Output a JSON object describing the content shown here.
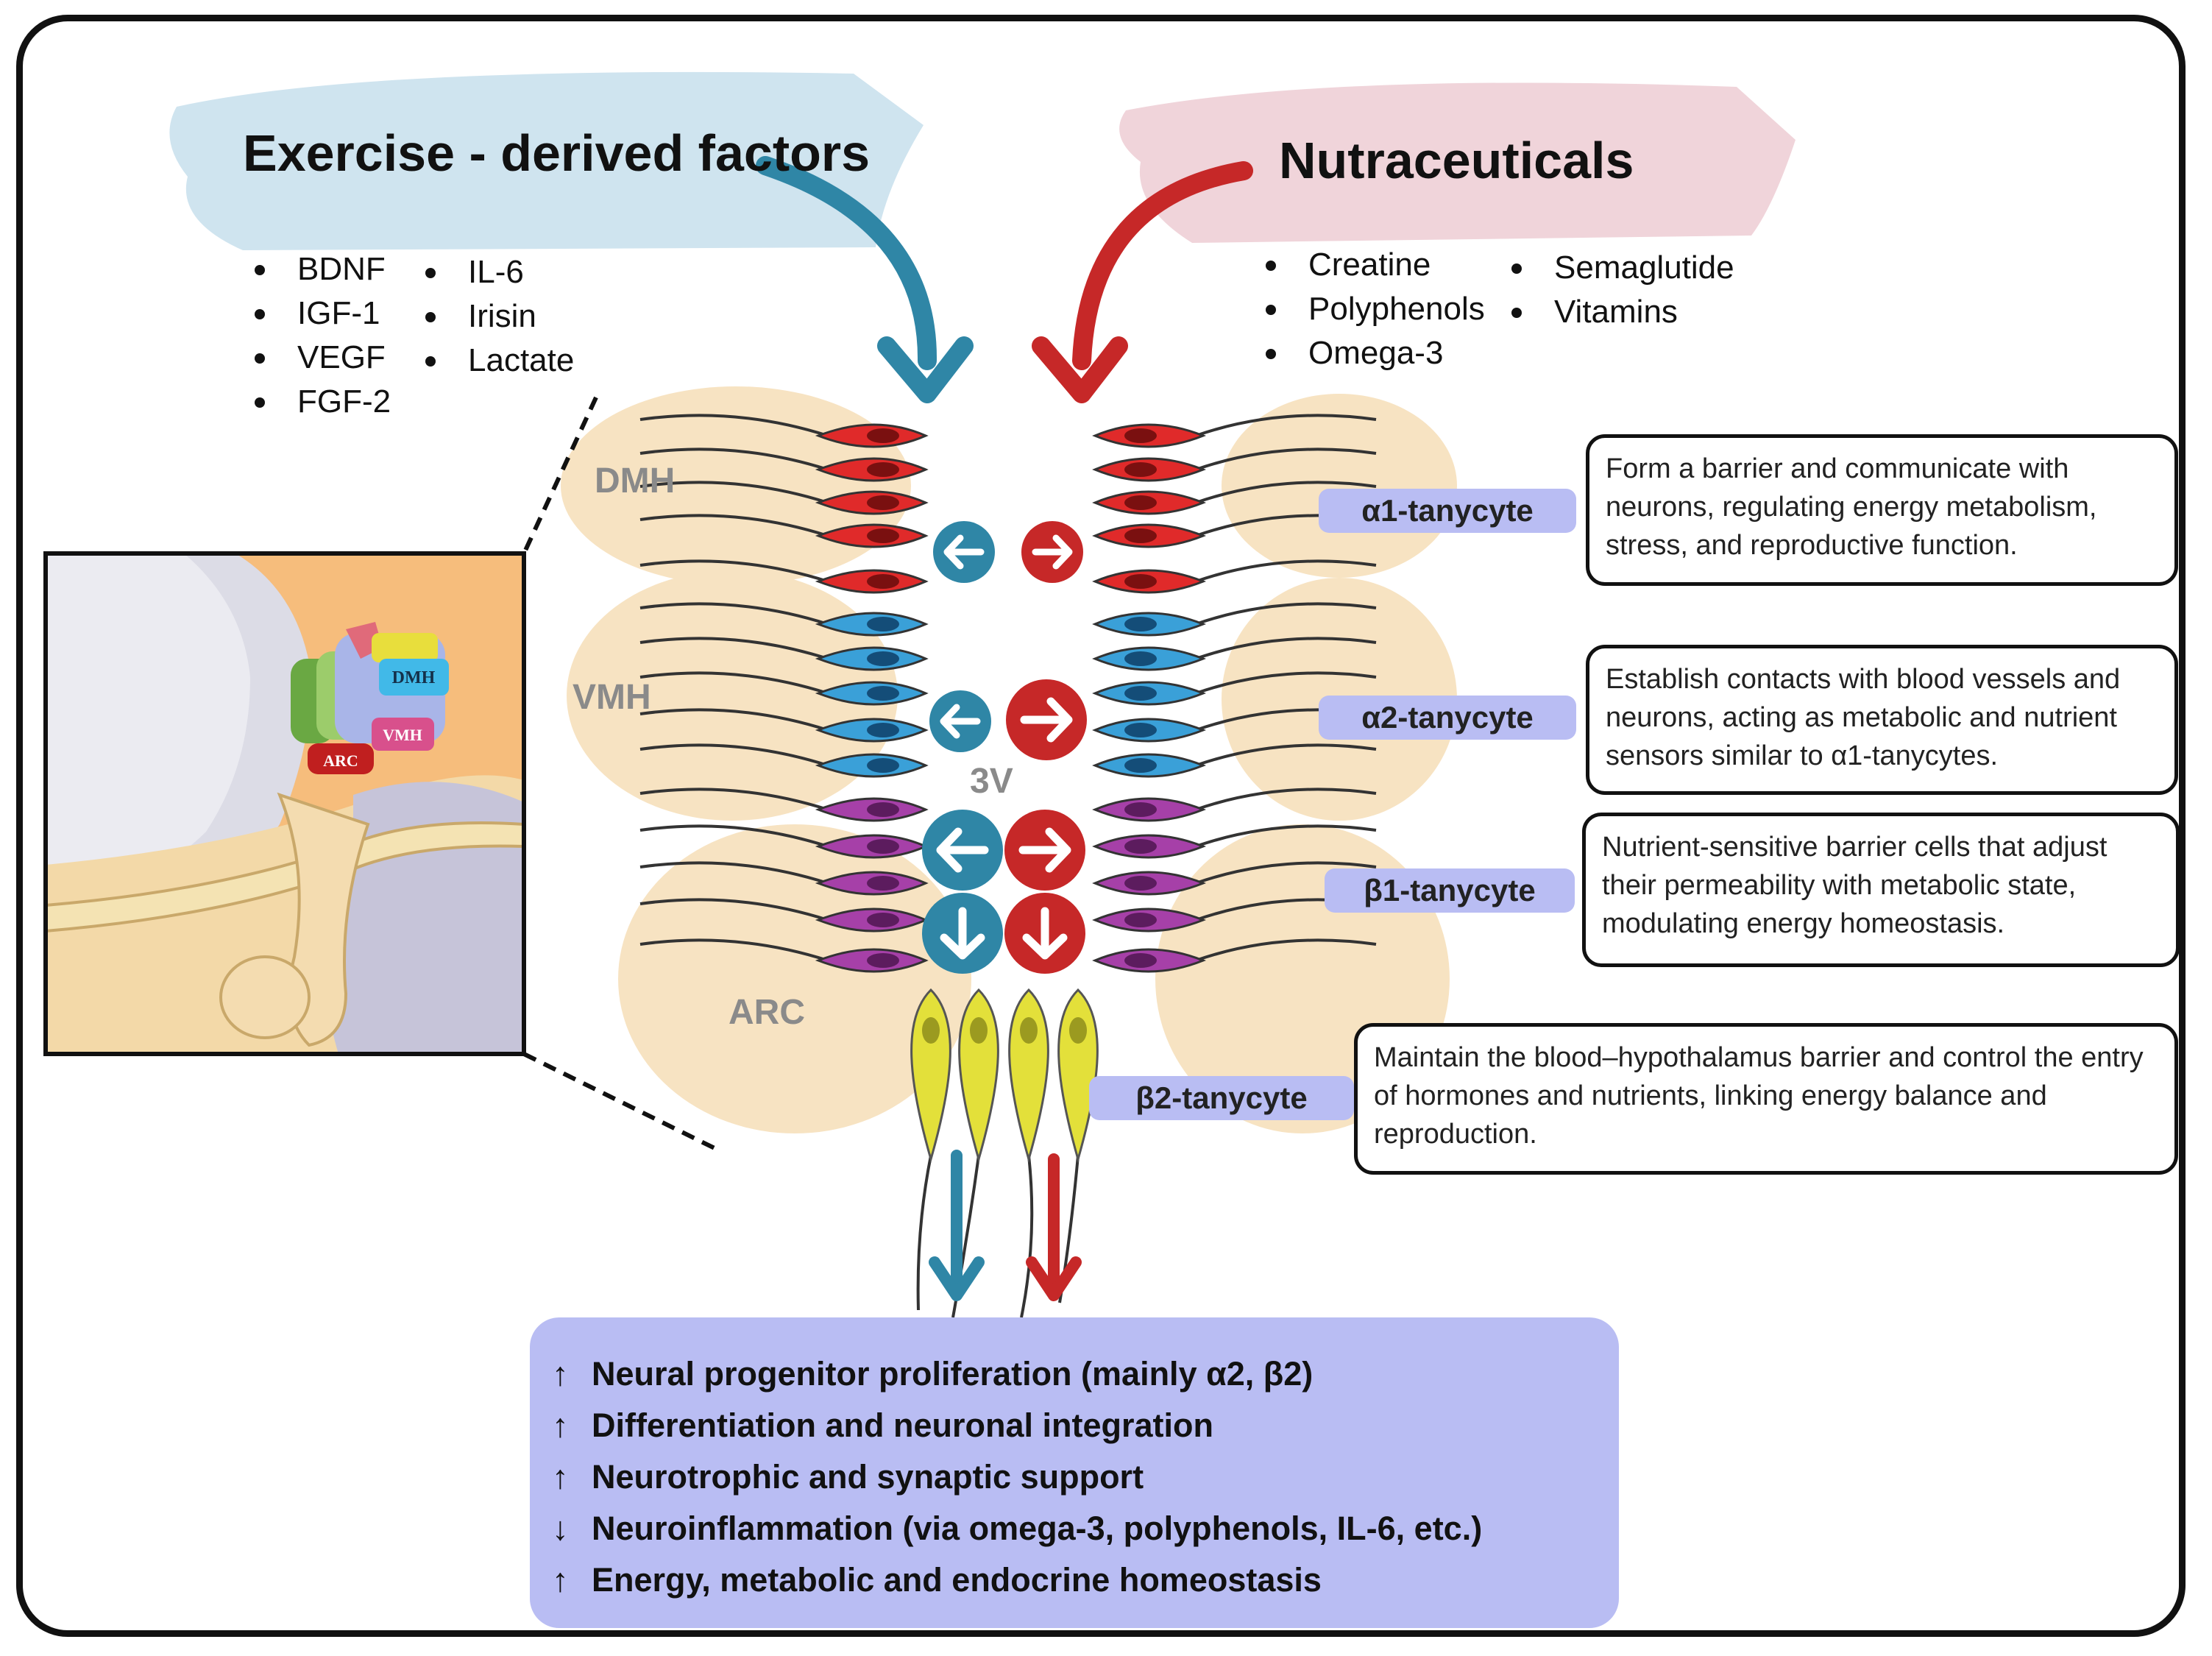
{
  "exercise": {
    "title": "Exercise - derived factors",
    "col1": [
      "BDNF",
      "IGF-1",
      "VEGF",
      "FGF-2"
    ],
    "col2": [
      "IL-6",
      "Irisin",
      "Lactate"
    ]
  },
  "nutraceuticals": {
    "title": "Nutraceuticals",
    "col1": [
      "Creatine",
      "Polyphenols",
      "Omega-3"
    ],
    "col2": [
      "Semaglutide",
      "Vitamins"
    ]
  },
  "inset_labels": {
    "dmh": "DMH",
    "vmh": "VMH",
    "arc": "ARC"
  },
  "nuclei": {
    "dmh": "DMH",
    "vmh": "VMH",
    "arc": "ARC",
    "ventricle": "3V"
  },
  "tanycytes": [
    {
      "label": "α1-tanycyte",
      "description": "Form a barrier and communicate with neurons, regulating energy metabolism, stress, and reproductive function."
    },
    {
      "label": "α2-tanycyte",
      "description": "Establish contacts with blood vessels and neurons, acting as metabolic and nutrient sensors similar to α1-tanycytes."
    },
    {
      "label": "β1-tanycyte",
      "description": "Nutrient-sensitive barrier cells that adjust their permeability with metabolic state, modulating energy homeostasis."
    },
    {
      "label": "β2-tanycyte",
      "description": "Maintain the blood–hypothalamus barrier and control the entry of hormones and nutrients, linking energy balance and reproduction."
    }
  ],
  "outcomes": [
    {
      "arrow": "↑",
      "text": "Neural progenitor proliferation (mainly α2, β2)"
    },
    {
      "arrow": "↑",
      "text": "Differentiation and neuronal integration"
    },
    {
      "arrow": "↑",
      "text": "Neurotrophic and synaptic support"
    },
    {
      "arrow": "↓",
      "text": "Neuroinflammation (via omega-3, polyphenols, IL-6, etc.)"
    },
    {
      "arrow": "↑",
      "text": "Energy, metabolic and endocrine homeostasis"
    }
  ],
  "colors": {
    "exercise": "#2f86a6",
    "nutraceutical": "#c62828",
    "alpha1": "#e02a2a",
    "alpha2": "#3aa0d8",
    "beta1": "#a640a8",
    "beta2": "#e3e03a",
    "nucleus_fill": "#f7e3c2",
    "label_fill": "#b9bdf3"
  }
}
